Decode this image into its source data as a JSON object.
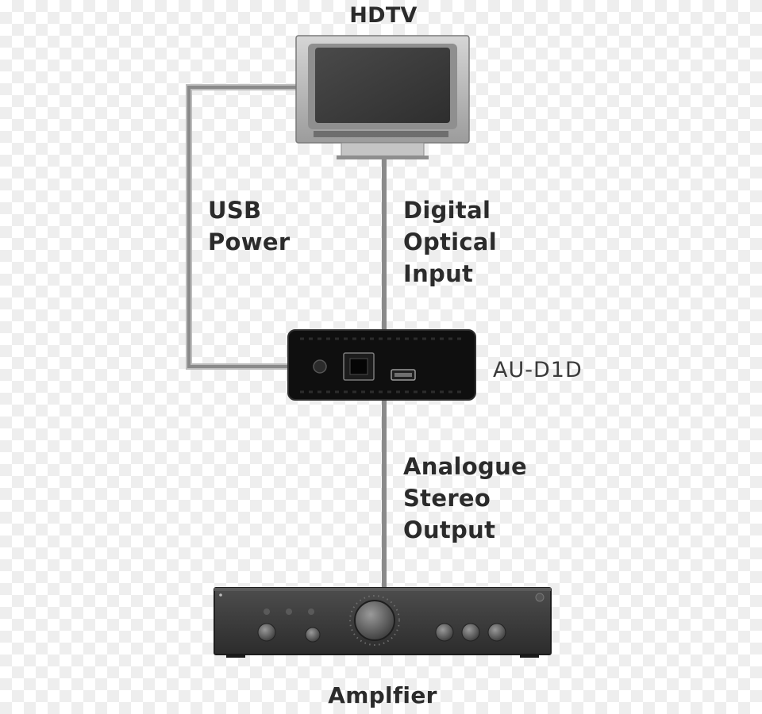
{
  "nodes": {
    "hdtv": {
      "title": "HDTV"
    },
    "converter": {
      "title": "AU-D1D"
    },
    "amplifier": {
      "title": "Amplfier"
    }
  },
  "connections": {
    "usb_power": {
      "lines": [
        "USB",
        "Power"
      ]
    },
    "digital_optical_input": {
      "lines": [
        "Digital",
        "Optical",
        "Input"
      ]
    },
    "analogue_stereo_output": {
      "lines": [
        "Analogue",
        "Stereo",
        "Output"
      ]
    }
  },
  "colors": {
    "cable": "#8a8a8a",
    "tv_body": "#bdbdbd",
    "tv_screen": "#3e3e3e",
    "converter_body": "#0f0f0f",
    "amplifier_body": "#3a3a3a",
    "label_text": "#2b2b2b"
  }
}
